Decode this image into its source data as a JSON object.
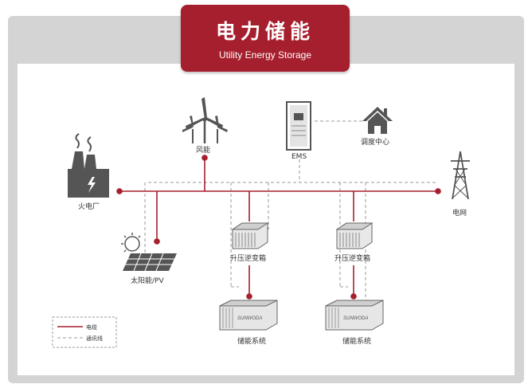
{
  "title": {
    "main": "电力储能",
    "sub": "Utility Energy Storage"
  },
  "nodes": {
    "thermal": "火电厂",
    "wind": "风能",
    "ems": "EMS",
    "dispatch": "调度中心",
    "grid": "电网",
    "solar": "太阳能/PV",
    "transformer_1": "升压逆变箱",
    "transformer_2": "升压逆变箱",
    "storage_1": "储能系统",
    "storage_2": "储能系统",
    "container_brand": "SUNWODA"
  },
  "legend": {
    "cable": "电缆",
    "comm": "通讯线"
  },
  "colors": {
    "brand": "#a61f2e",
    "icon": "#555555",
    "dash": "#9a9a9a",
    "frame": "#d4d4d4"
  }
}
